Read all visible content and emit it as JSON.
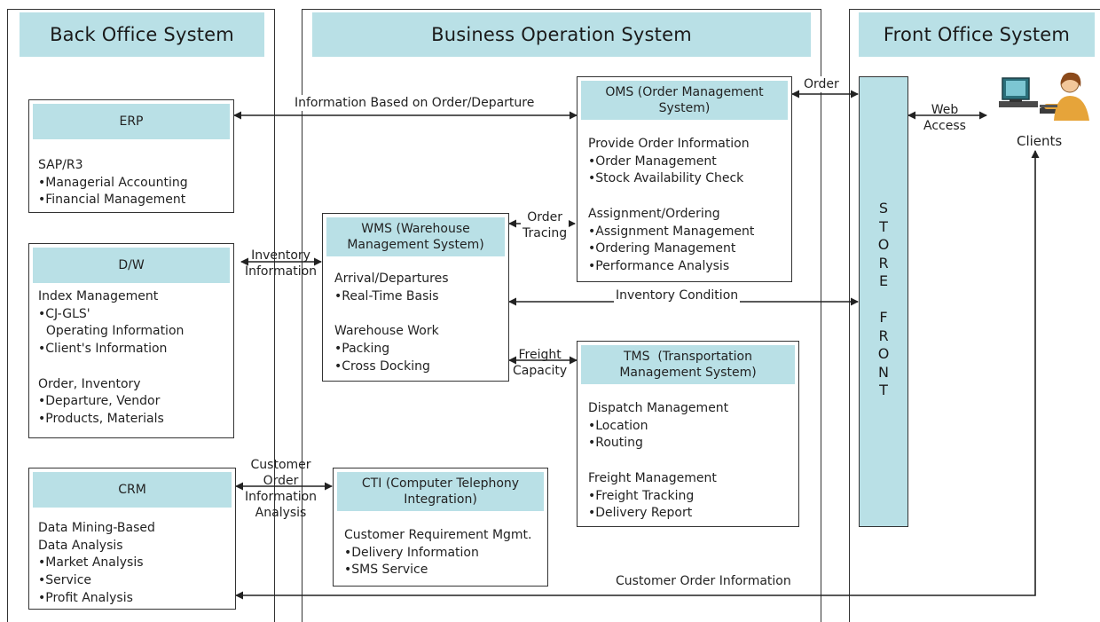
{
  "columns": {
    "back_office": "Back Office System",
    "business_operation": "Business Operation System",
    "front_office": "Front Office System"
  },
  "erp": {
    "title": "ERP",
    "body": "SAP/R3\n•Managerial Accounting\n•Financial Management"
  },
  "dw": {
    "title": "D/W",
    "body": "Index Management\n•CJ-GLS'\n  Operating Information\n•Client's Information\n\nOrder, Inventory\n•Departure, Vendor\n•Products, Materials"
  },
  "crm": {
    "title": "CRM",
    "body": "Data Mining-Based\nData Analysis\n•Market Analysis\n•Service\n•Profit Analysis"
  },
  "wms": {
    "title": "WMS (Warehouse\nManagement System)",
    "body": "Arrival/Departures\n•Real-Time Basis\n\nWarehouse Work\n•Packing\n•Cross Docking"
  },
  "cti": {
    "title": "CTI (Computer Telephony\nIntegration)",
    "body": "Customer Requirement Mgmt.\n•Delivery Information\n•SMS Service"
  },
  "oms": {
    "title": "OMS (Order Management\nSystem)",
    "body": "Provide Order Information\n•Order Management\n•Stock Availability Check\n\nAssignment/Ordering\n•Assignment Management\n•Ordering Management\n•Performance Analysis"
  },
  "tms": {
    "title": "TMS  (Transportation\nManagement System)",
    "body": "Dispatch Management\n•Location\n•Routing\n\nFreight Management\n•Freight Tracking\n•Delivery Report"
  },
  "store_front": "S\nT\nO\nR\nE\n\nF\nR\nO\nN\nT",
  "clients": {
    "label": "Clients",
    "icon": "clients-at-computer-icon"
  },
  "connections": {
    "erp_oms": "Information Based on Order/Departure",
    "dw_wms": "Inventory\nInformation",
    "crm_cti": "Customer\nOrder\nInformation\nAnalysis",
    "wms_oms": "Order\nTracing",
    "wms_tms": "Freight\nCapacity",
    "wms_store": "Inventory Condition",
    "oms_store": "Order",
    "store_clients": "Web\nAccess",
    "clients_crm": "Customer Order Information"
  },
  "colors": {
    "header_fill": "#b9e0e6",
    "line": "#222222"
  }
}
